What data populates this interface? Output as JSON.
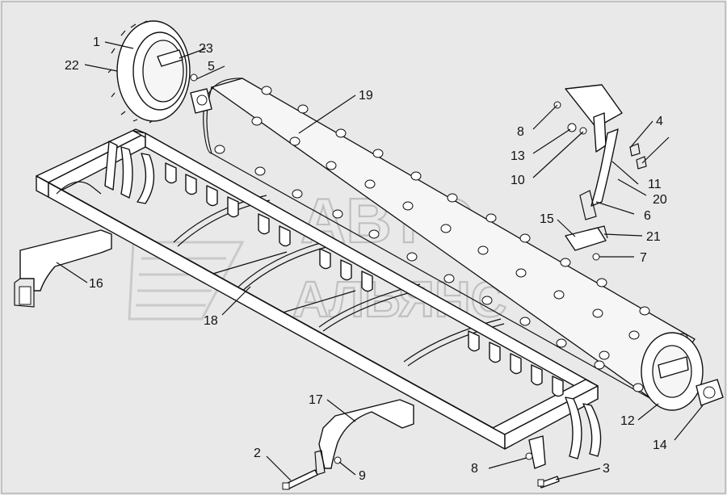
{
  "diagram": {
    "background": "#e9e9e9",
    "line_color": "#111111",
    "watermark": {
      "line1": "АВТО",
      "line2": "АЛЬЯНС",
      "color": "#b9b9b9"
    },
    "callouts": [
      {
        "id": "c1",
        "text": "1"
      },
      {
        "id": "c22",
        "text": "22"
      },
      {
        "id": "c23",
        "text": "23"
      },
      {
        "id": "c5",
        "text": "5"
      },
      {
        "id": "c19",
        "text": "19"
      },
      {
        "id": "c8a",
        "text": "8"
      },
      {
        "id": "c13",
        "text": "13"
      },
      {
        "id": "c10",
        "text": "10"
      },
      {
        "id": "c4",
        "text": "4"
      },
      {
        "id": "c11",
        "text": "11"
      },
      {
        "id": "c20",
        "text": "20"
      },
      {
        "id": "c6",
        "text": "6"
      },
      {
        "id": "c15",
        "text": "15"
      },
      {
        "id": "c21",
        "text": "21"
      },
      {
        "id": "c7",
        "text": "7"
      },
      {
        "id": "c16",
        "text": "16"
      },
      {
        "id": "c18",
        "text": "18"
      },
      {
        "id": "c17",
        "text": "17"
      },
      {
        "id": "c2",
        "text": "2"
      },
      {
        "id": "c9",
        "text": "9"
      },
      {
        "id": "c8b",
        "text": "8"
      },
      {
        "id": "c3",
        "text": "3"
      },
      {
        "id": "c12",
        "text": "12"
      },
      {
        "id": "c14",
        "text": "14"
      }
    ]
  }
}
